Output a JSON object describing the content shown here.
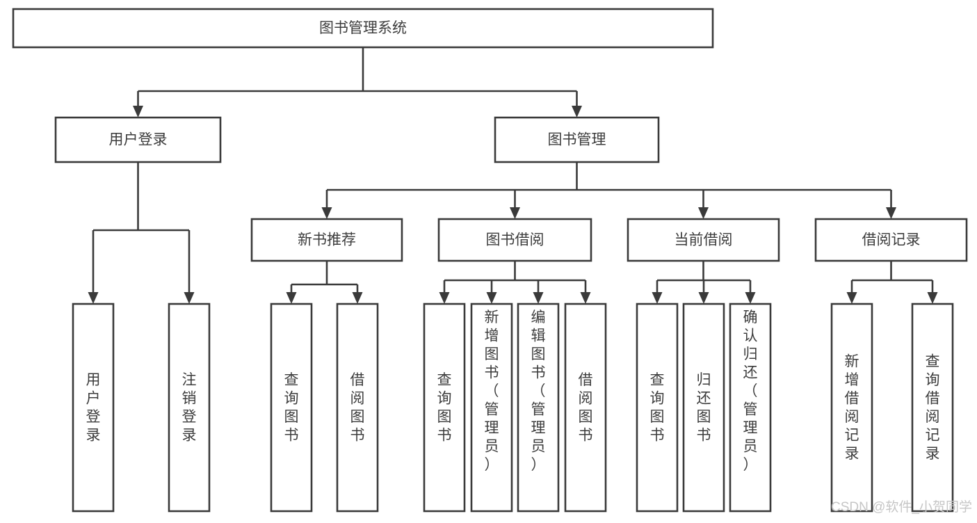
{
  "diagram": {
    "type": "hierarchy-tree",
    "title": "图书管理系统",
    "root": {
      "id": "root",
      "label": "图书管理系统"
    },
    "level2": [
      {
        "id": "user-login",
        "label": "用户登录"
      },
      {
        "id": "book-management",
        "label": "图书管理"
      }
    ],
    "level3": [
      {
        "id": "new-book-recommend",
        "label": "新书推荐",
        "parent": "book-management"
      },
      {
        "id": "book-borrow",
        "label": "图书借阅",
        "parent": "book-management"
      },
      {
        "id": "current-borrow",
        "label": "当前借阅",
        "parent": "book-management"
      },
      {
        "id": "borrow-record",
        "label": "借阅记录",
        "parent": "book-management"
      }
    ],
    "leaves": [
      {
        "id": "leaf-user-login",
        "label": "用户登录",
        "parent": "user-login"
      },
      {
        "id": "leaf-logout-login",
        "label": "注销登录",
        "parent": "user-login"
      },
      {
        "id": "leaf-query-book-1",
        "label": "查询图书",
        "parent": "new-book-recommend"
      },
      {
        "id": "leaf-borrow-book-1",
        "label": "借阅图书",
        "parent": "new-book-recommend"
      },
      {
        "id": "leaf-query-book-2",
        "label": "查询图书",
        "parent": "book-borrow"
      },
      {
        "id": "leaf-add-book-admin",
        "label": "新增图书（管理员）",
        "parent": "book-borrow"
      },
      {
        "id": "leaf-edit-book-admin",
        "label": "编辑图书（管理员）",
        "parent": "book-borrow"
      },
      {
        "id": "leaf-borrow-book-2",
        "label": "借阅图书",
        "parent": "book-borrow"
      },
      {
        "id": "leaf-query-book-3",
        "label": "查询图书",
        "parent": "current-borrow"
      },
      {
        "id": "leaf-return-book",
        "label": "归还图书",
        "parent": "current-borrow"
      },
      {
        "id": "leaf-confirm-return-admin",
        "label": "确认归还（管理员）",
        "parent": "current-borrow"
      },
      {
        "id": "leaf-add-borrow-record",
        "label": "新增借阅记录",
        "parent": "borrow-record"
      },
      {
        "id": "leaf-query-borrow-record",
        "label": "查询借阅记录",
        "parent": "borrow-record"
      }
    ],
    "colors": {
      "stroke": "#3a3a3a",
      "fill": "#ffffff",
      "text": "#3c3c3c",
      "watermark": "#c6c6c6"
    }
  },
  "watermark": {
    "text": "CSDN @软件_小贺同学"
  }
}
